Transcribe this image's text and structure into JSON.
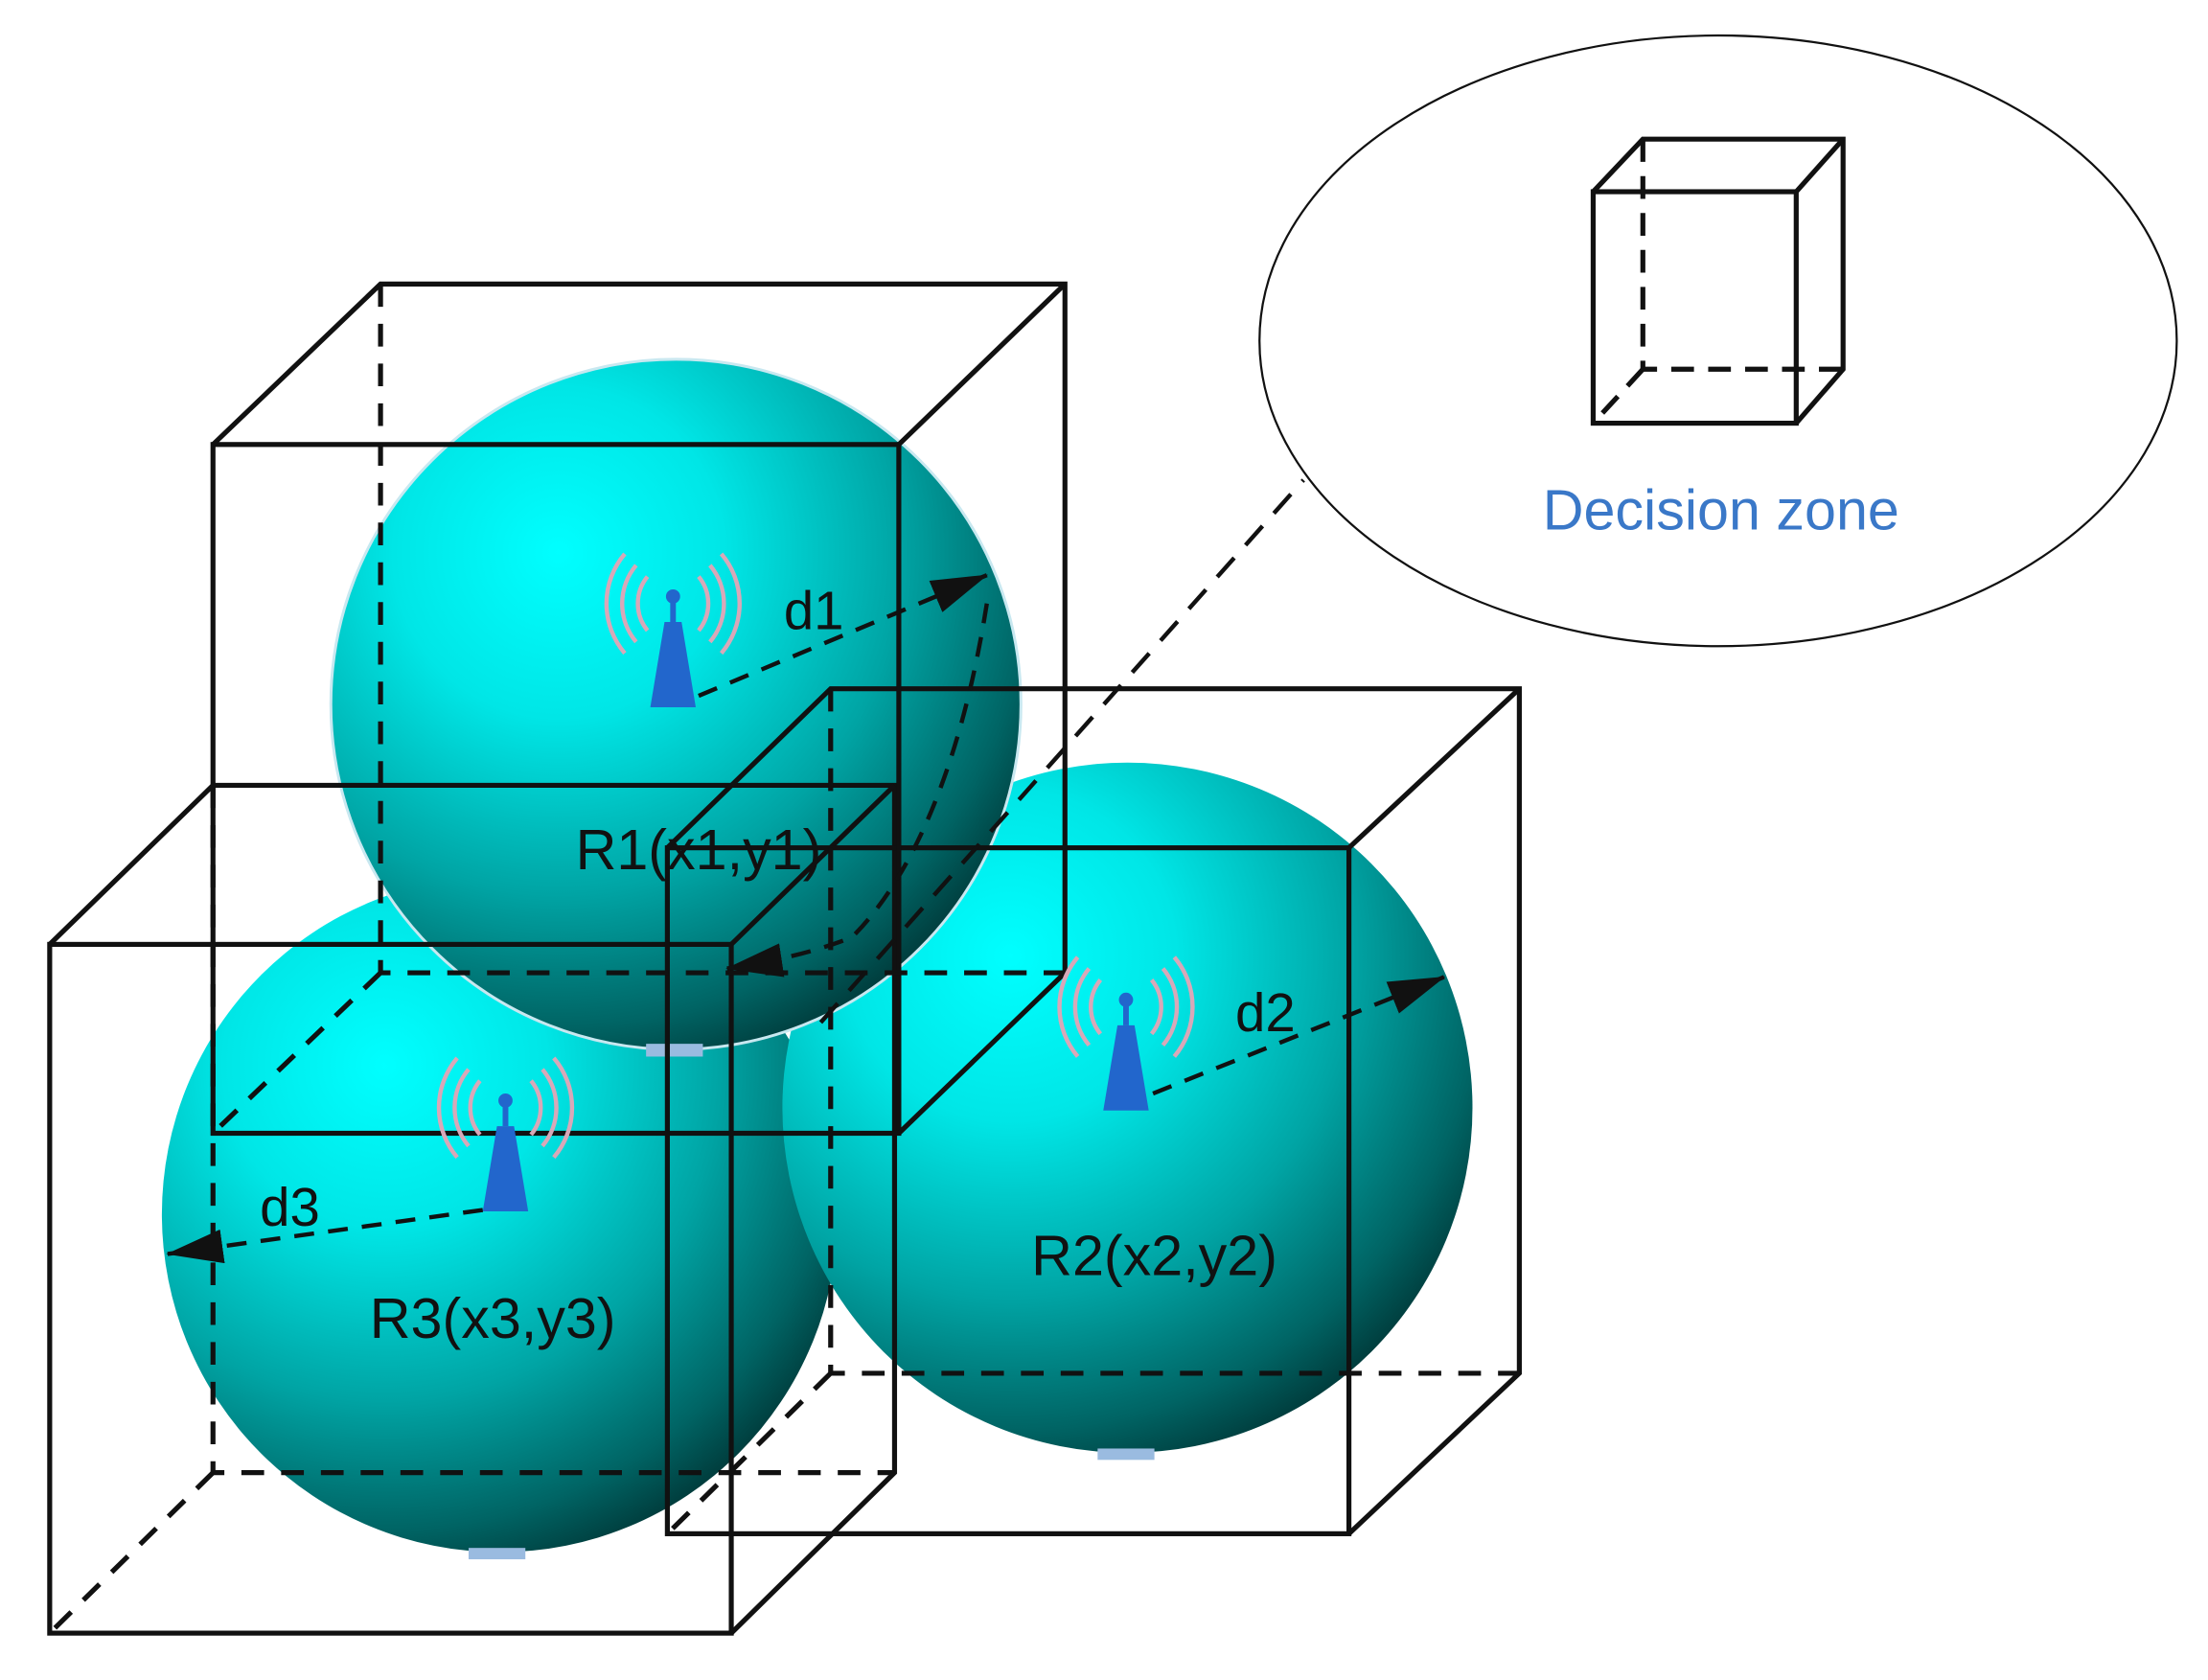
{
  "diagram": {
    "decision_zone_label": "Decision zone",
    "receivers": [
      {
        "id": "R1",
        "label": "R1(x1,y1)",
        "distance_label": "d1"
      },
      {
        "id": "R2",
        "label": "R2(x2,y2)",
        "distance_label": "d2"
      },
      {
        "id": "R3",
        "label": "R3(x3,y3)",
        "distance_label": "d3"
      }
    ]
  },
  "colors": {
    "sphere_light": "#00FFFF",
    "sphere_mid": "#00A8A8",
    "sphere_dark": "#003838",
    "antenna": "#2266CC",
    "antenna_waves": "#D8A8B8",
    "label_accent": "#3A78C8",
    "lines": "#111111"
  },
  "icons": [
    "antenna-tower-icon",
    "signal-waves-icon",
    "arrow-icon"
  ]
}
